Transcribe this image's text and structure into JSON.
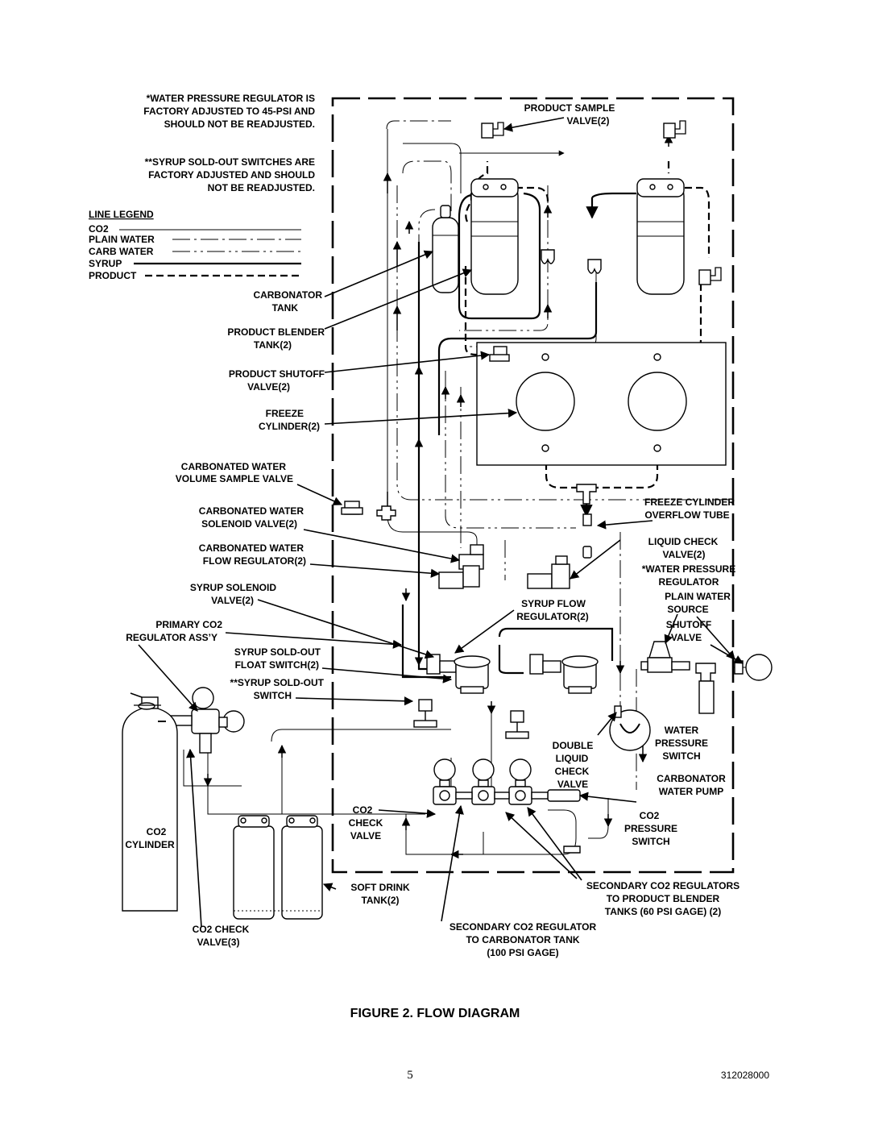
{
  "notes": {
    "pressure_regulator": [
      "*WATER PRESSURE REGULATOR IS",
      "FACTORY ADJUSTED TO 45-PSI AND",
      "SHOULD NOT BE READJUSTED."
    ],
    "sold_out_switches": [
      "**SYRUP SOLD-OUT SWITCHES ARE",
      "FACTORY ADJUSTED AND SHOULD",
      "NOT BE READJUSTED."
    ]
  },
  "legend": {
    "title": "LINE LEGEND",
    "items": [
      "CO2",
      "PLAIN WATER",
      "CARB WATER",
      "SYRUP",
      "PRODUCT"
    ]
  },
  "labels": {
    "product_sample_valve": [
      "PRODUCT SAMPLE",
      "VALVE(2)"
    ],
    "carbonator_tank": [
      "CARBONATOR",
      "TANK"
    ],
    "product_blender_tank": [
      "PRODUCT BLENDER",
      "TANK(2)"
    ],
    "product_shutoff_valve": [
      "PRODUCT SHUTOFF",
      "VALVE(2)"
    ],
    "freeze_cylinder": [
      "FREEZE",
      "CYLINDER(2)"
    ],
    "carbonated_water_sample_valve": [
      "CARBONATED WATER",
      "VOLUME SAMPLE VALVE"
    ],
    "carbonated_water_solenoid": [
      "CARBONATED WATER",
      "SOLENOID VALVE(2)"
    ],
    "carbonated_water_flow_regulator": [
      "CARBONATED WATER",
      "FLOW REGULATOR(2)"
    ],
    "syrup_solenoid_valve": [
      "SYRUP SOLENOID",
      "VALVE(2)"
    ],
    "primary_co2_regulator": [
      "PRIMARY CO2",
      "REGULATOR ASS’Y"
    ],
    "syrup_sold_out_float_switch": [
      "SYRUP SOLD-OUT",
      "FLOAT SWITCH(2)"
    ],
    "syrup_sold_out_switch": [
      "**SYRUP SOLD-OUT",
      "SWITCH"
    ],
    "co2_cylinder": [
      "CO2",
      "CYLINDER"
    ],
    "co2_check_valve_3": [
      "CO2 CHECK",
      "VALVE(3)"
    ],
    "co2_check_valve": [
      "CO2",
      "CHECK",
      "VALVE"
    ],
    "soft_drink_tank": [
      "SOFT DRINK",
      "TANK(2)"
    ],
    "secondary_regulator_carbonator": [
      "SECONDARY CO2 REGULATOR",
      "TO CARBONATOR TANK",
      "(100 PSI GAGE)"
    ],
    "secondary_regulators_blender": [
      "SECONDARY CO2 REGULATORS",
      "TO PRODUCT BLENDER",
      "TANKS (60 PSI GAGE) (2)"
    ],
    "freeze_cylinder_overflow": [
      "FREEZE CYLINDER",
      "OVERFLOW TUBE"
    ],
    "liquid_check_valve": [
      "LIQUID CHECK",
      "VALVE(2)"
    ],
    "water_pressure_regulator": [
      "*WATER PRESSURE",
      "REGULATOR"
    ],
    "syrup_flow_regulator": [
      "SYRUP FLOW",
      "REGULATOR(2)"
    ],
    "plain_water_source": [
      "PLAIN WATER",
      "SOURCE"
    ],
    "shutoff_valve": [
      "SHUTOFF",
      "VALVE"
    ],
    "water_pressure_switch": [
      "WATER",
      "PRESSURE",
      "SWITCH"
    ],
    "double_liquid_check_valve": [
      "DOUBLE",
      "LIQUID",
      "CHECK",
      "VALVE"
    ],
    "carbonator_water_pump": [
      "CARBONATOR",
      "WATER PUMP"
    ],
    "co2_pressure_switch": [
      "CO2",
      "PRESSURE",
      "SWITCH"
    ]
  },
  "figure_title": "FIGURE 2. FLOW DIAGRAM",
  "page_number": "5",
  "document_number": "312028000"
}
